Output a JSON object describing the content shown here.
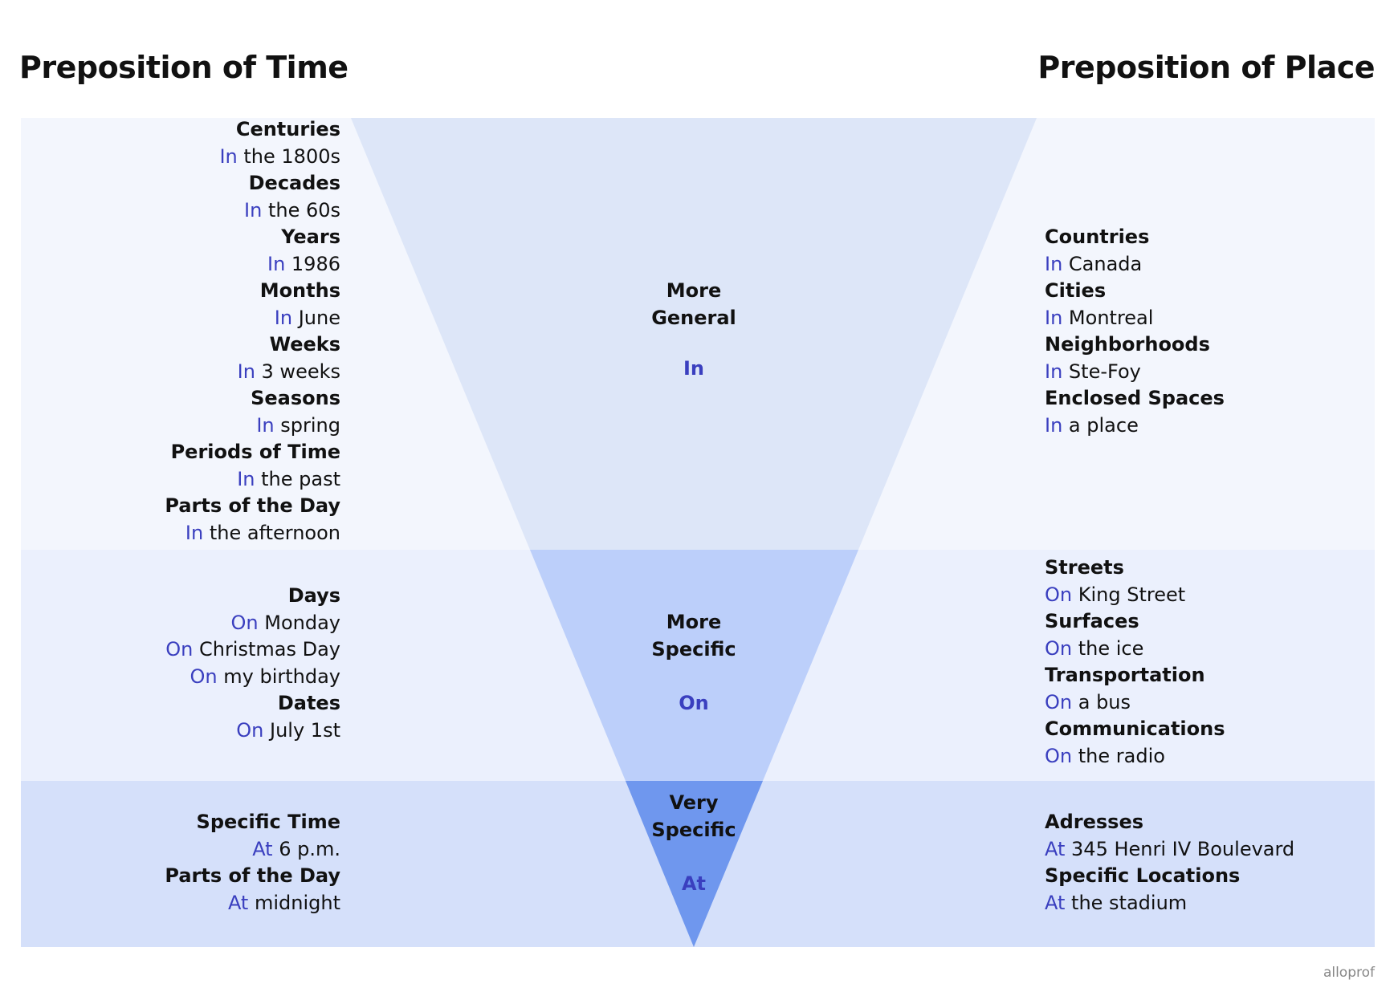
{
  "titles": {
    "time": "Preposition of Time",
    "place": "Preposition of Place"
  },
  "colors": {
    "band_general": "#f3f6fd",
    "band_specific": "#ebf0fd",
    "band_very": "#d5e0fa",
    "tri_general": "#dde6f8",
    "tri_specific": "#bccffa",
    "tri_very": "#6f97ee",
    "prep": "#3a3fbf"
  },
  "center": {
    "general": {
      "l1": "More",
      "l2": "General",
      "prep": "In"
    },
    "specific": {
      "l1": "More",
      "l2": "Specific",
      "prep": "On"
    },
    "very": {
      "l1": "Very",
      "l2": "Specific",
      "prep": "At"
    }
  },
  "time": {
    "general": [
      {
        "cat": "Centuries",
        "prep": "In",
        "rest": " the 1800s"
      },
      {
        "cat": "Decades",
        "prep": "In",
        "rest": " the 60s"
      },
      {
        "cat": "Years",
        "prep": "In",
        "rest": " 1986"
      },
      {
        "cat": "Months",
        "prep": "In",
        "rest": " June"
      },
      {
        "cat": "Weeks",
        "prep": "In",
        "rest": " 3 weeks"
      },
      {
        "cat": "Seasons",
        "prep": "In",
        "rest": " spring"
      },
      {
        "cat": "Periods of Time",
        "prep": "In",
        "rest": " the past"
      },
      {
        "cat": "Parts of the Day",
        "prep": "In",
        "rest": " the afternoon"
      }
    ],
    "specific": [
      {
        "cat": "Days"
      },
      {
        "prep": "On",
        "rest": " Monday"
      },
      {
        "prep": "On",
        "rest": " Christmas Day"
      },
      {
        "prep": "On",
        "rest": " my birthday"
      },
      {
        "cat": "Dates"
      },
      {
        "prep": "On",
        "rest": " July 1st"
      }
    ],
    "very": [
      {
        "cat": "Specific Time",
        "prep": "At",
        "rest": " 6 p.m."
      },
      {
        "cat": "Parts of the Day",
        "prep": "At",
        "rest": " midnight"
      }
    ]
  },
  "place": {
    "general": [
      {
        "cat": "Countries",
        "prep": "In",
        "rest": " Canada"
      },
      {
        "cat": "Cities",
        "prep": "In",
        "rest": " Montreal"
      },
      {
        "cat": "Neighborhoods",
        "prep": "In",
        "rest": " Ste-Foy"
      },
      {
        "cat": "Enclosed Spaces",
        "prep": "In",
        "rest": " a place"
      }
    ],
    "specific": [
      {
        "cat": "Streets",
        "prep": "On",
        "rest": " King Street"
      },
      {
        "cat": "Surfaces",
        "prep": "On",
        "rest": " the ice"
      },
      {
        "cat": "Transportation",
        "prep": "On",
        "rest": " a bus"
      },
      {
        "cat": "Communications",
        "prep": "On",
        "rest": " the radio"
      }
    ],
    "very": [
      {
        "cat": "Adresses",
        "prep": "At",
        "rest": " 345 Henri IV Boulevard"
      },
      {
        "cat": "Specific Locations",
        "prep": "At",
        "rest": " the stadium"
      }
    ]
  },
  "logo": "alloprof"
}
